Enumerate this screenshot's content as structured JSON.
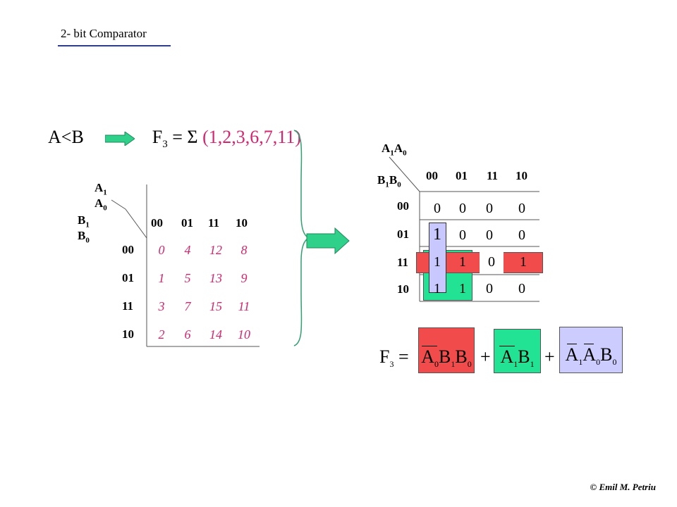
{
  "header": {
    "title": "2- bit Comparator"
  },
  "headline": {
    "condition": "A<B",
    "func": "F",
    "func_sub": "3",
    "eq": " = ",
    "sigma": "Σ",
    "minterms": " (1,2,3,6,7,11)"
  },
  "left_map": {
    "var_col": "A",
    "var_col_sub1": "1",
    "var_col_mid": " A",
    "var_col_sub0": "0",
    "var_row": "B",
    "var_row_sub1": "1",
    "var_row_mid": " B",
    "var_row_sub0": "0",
    "col_headers": [
      "00",
      "01",
      "11",
      "10"
    ],
    "row_headers": [
      "00",
      "01",
      "11",
      "10"
    ],
    "cells": [
      [
        "0",
        "4",
        "12",
        "8"
      ],
      [
        "1",
        "5",
        "13",
        "9"
      ],
      [
        "3",
        "7",
        "15",
        "11"
      ],
      [
        "2",
        "6",
        "14",
        "10"
      ]
    ]
  },
  "right_map": {
    "var_col": "A",
    "var_col_sub1": "1",
    "var_col_mid": "A",
    "var_col_sub0": "0",
    "var_row": "B",
    "var_row_sub1": "1",
    "var_row_mid": "B",
    "var_row_sub0": "0",
    "col_headers": [
      "00",
      "01",
      "11",
      "10"
    ],
    "row_headers": [
      "00",
      "01",
      "11",
      "10"
    ],
    "cells": [
      [
        "0",
        "0",
        "0",
        "0"
      ],
      [
        "1",
        "0",
        "0",
        "0"
      ],
      [
        "1",
        "1",
        "0",
        "1"
      ],
      [
        "1",
        "1",
        "0",
        "0"
      ]
    ]
  },
  "equation": {
    "lhs": "F",
    "lhs_sub": "3",
    "lhs_eq": " =",
    "plus": "+",
    "terms": [
      {
        "parts": [
          [
            "A",
            "0"
          ],
          [
            "B",
            "1"
          ],
          [
            "B",
            "0"
          ]
        ],
        "color": "#f24b4b"
      },
      {
        "parts": [
          [
            "A",
            "1"
          ],
          [
            "B",
            "1"
          ]
        ],
        "color": "#22e394"
      },
      {
        "parts": [
          [
            "A",
            "1"
          ],
          [
            "A",
            "0"
          ],
          [
            "B",
            "0"
          ]
        ],
        "color": "#ccccff"
      }
    ]
  },
  "colors": {
    "red_group": "#f24b4b",
    "green_group": "#22e394",
    "blue_group": "#c8c8ff",
    "pink_text": "#d6246f",
    "arrow": "#2fd08a",
    "brace": "#2fa070"
  },
  "footer": {
    "credit": "© Emil M. Petriu"
  }
}
